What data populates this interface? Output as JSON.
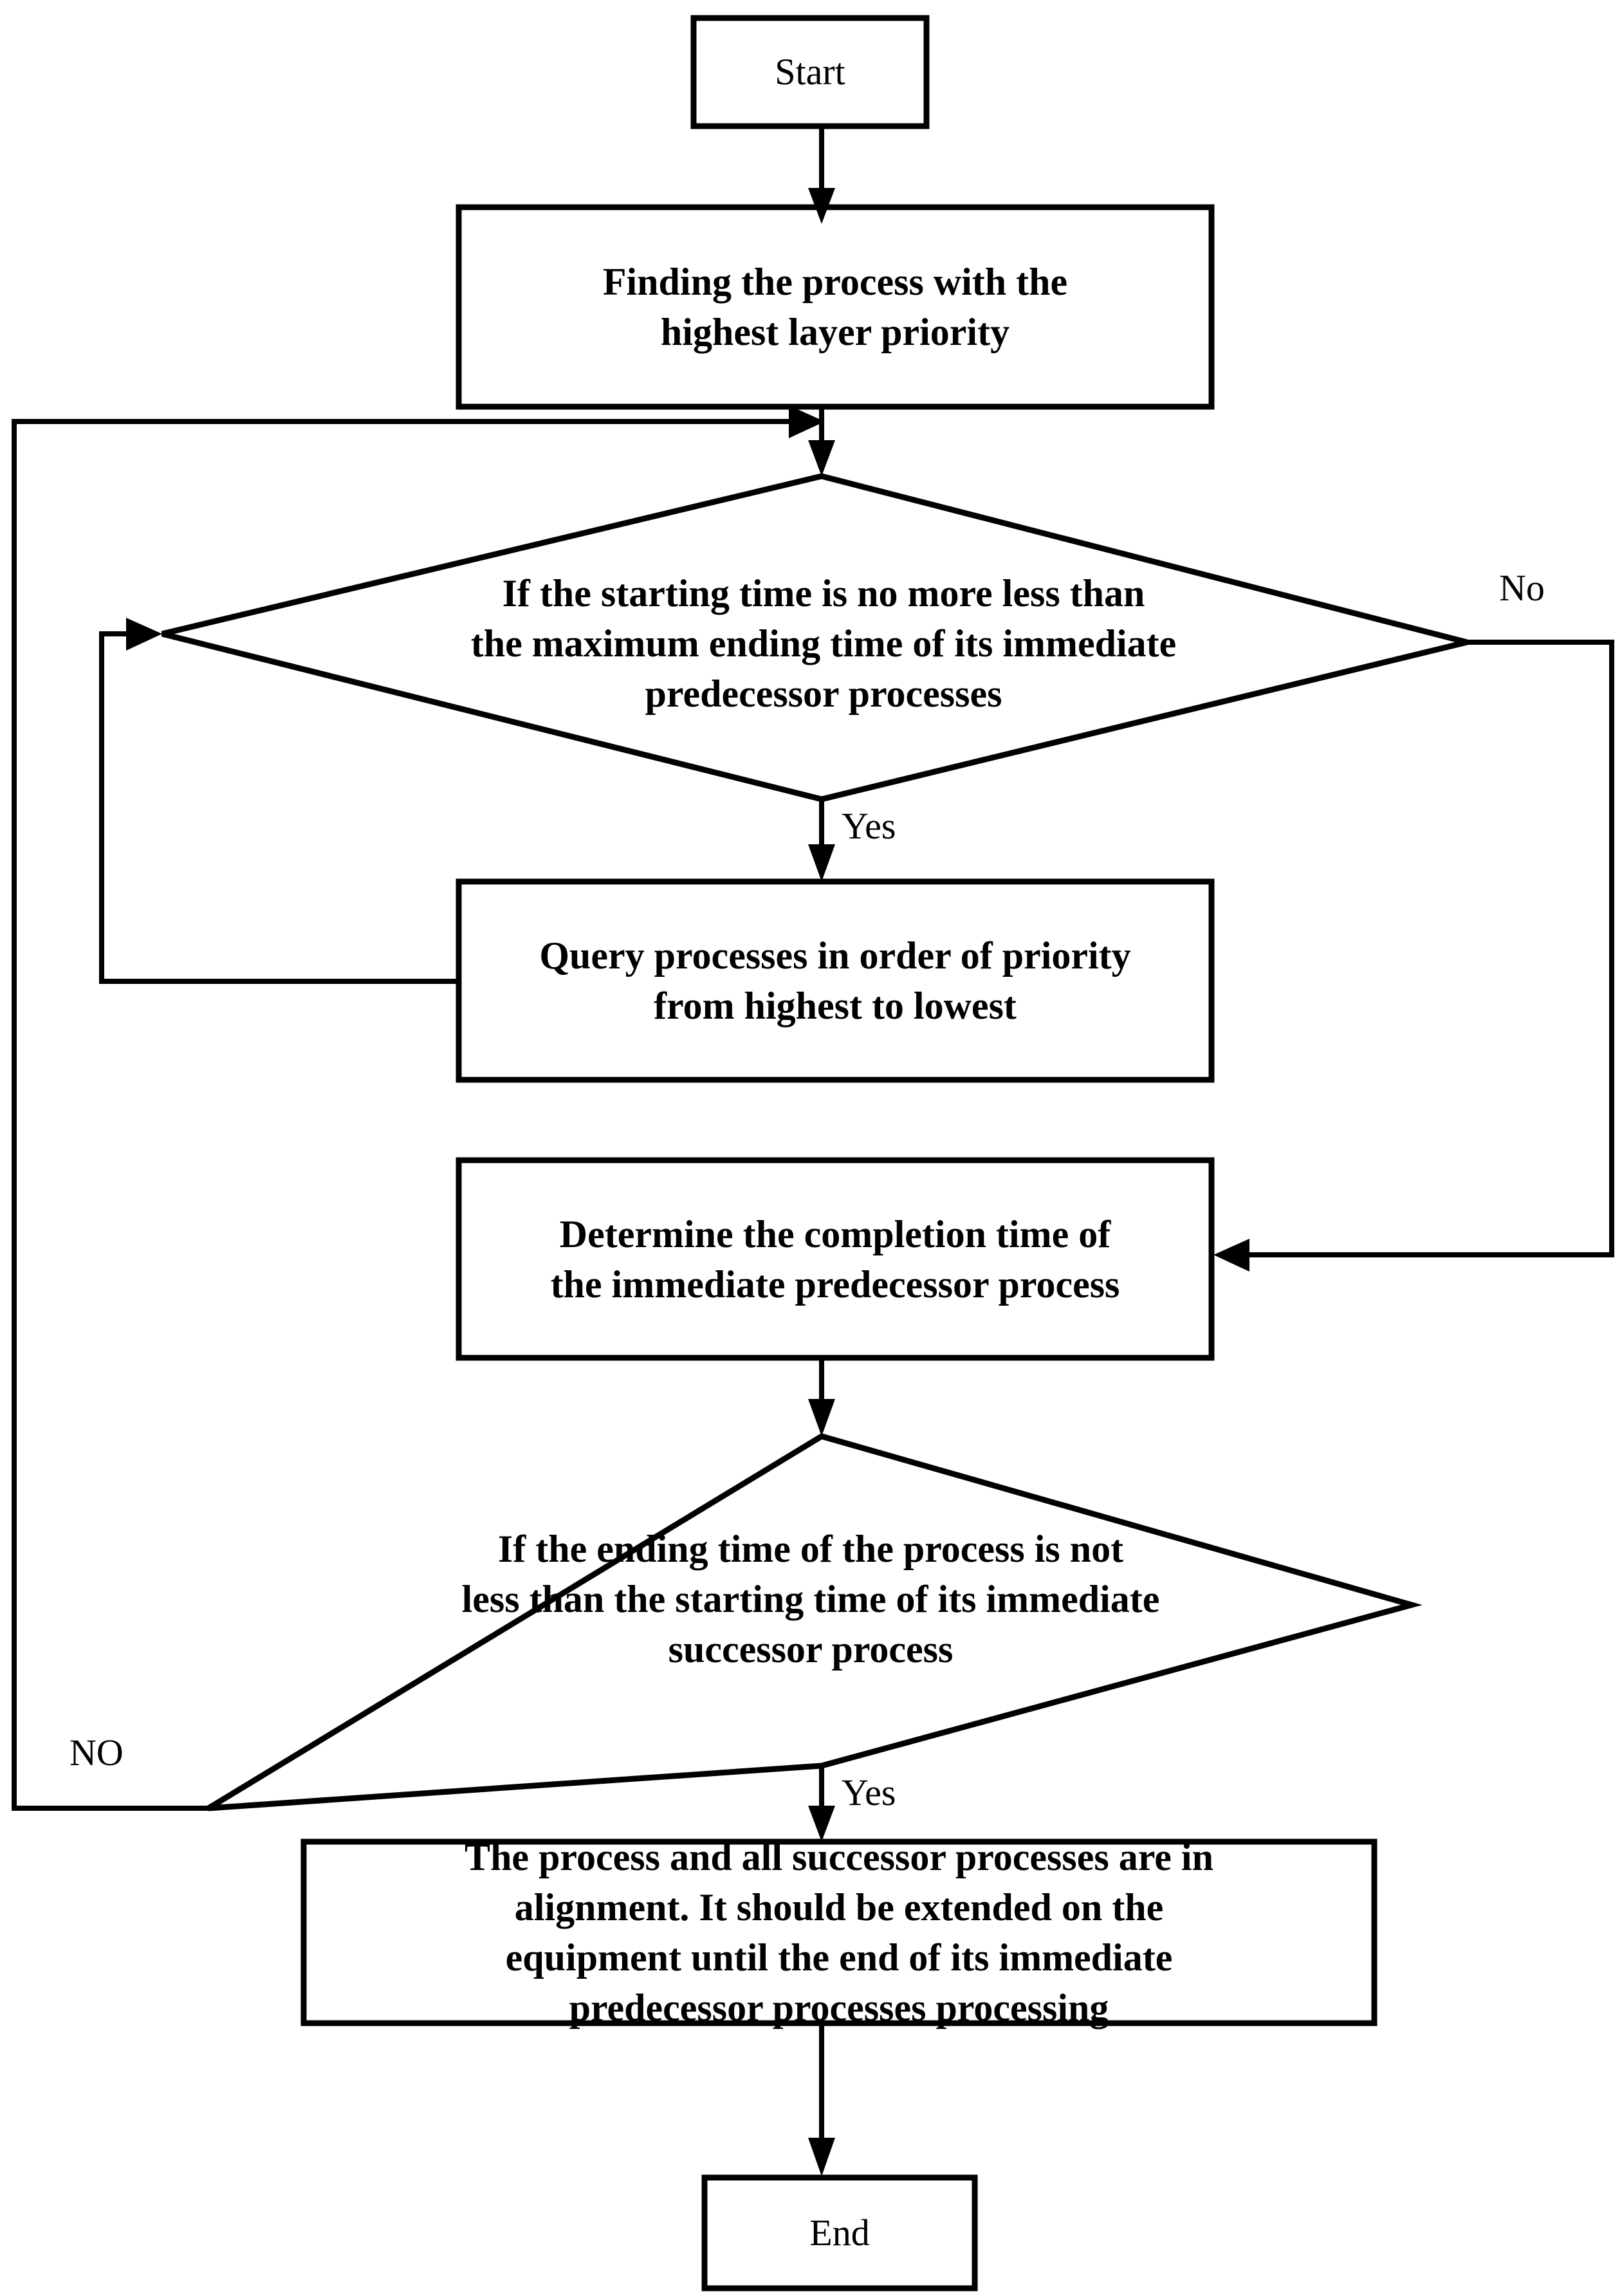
{
  "diagram": {
    "type": "flowchart",
    "title": "Process alignment scheduling flowchart",
    "background_color": "#ffffff",
    "line_color": "#000000",
    "text_color": "#000000"
  },
  "nodes": {
    "start": {
      "label": "Start",
      "shape": "rectangle"
    },
    "find_highest_layer": {
      "label": "Finding the process with the\nhighest layer priority",
      "shape": "rectangle"
    },
    "decision_starting_time": {
      "label": "If the starting time is no more less than\nthe maximum ending time of its immediate\npredecessor processes",
      "shape": "diamond"
    },
    "query_processes": {
      "label": "Query processes in order of priority\nfrom highest to lowest",
      "shape": "rectangle"
    },
    "determine_completion": {
      "label": "Determine the completion time of\nthe immediate predecessor process",
      "shape": "rectangle"
    },
    "decision_ending_time": {
      "label": "If the ending time of the process is not\nless than the  starting time of its immediate\nsuccessor process",
      "shape": "diamond"
    },
    "alignment_action": {
      "label": "The process and all successor processes are in\nalignment. It should be extended on the\nequipment until the end of its immediate\npredecessor processes processing",
      "shape": "rectangle"
    },
    "end": {
      "label": "End",
      "shape": "rectangle"
    }
  },
  "edge_labels": {
    "decision1_no": "No",
    "decision1_yes": "Yes",
    "decision2_no": "NO",
    "decision2_yes": "Yes"
  },
  "edges": [
    {
      "from": "start",
      "to": "find_highest_layer",
      "label": ""
    },
    {
      "from": "find_highest_layer",
      "to": "decision_starting_time",
      "label": ""
    },
    {
      "from": "decision_starting_time",
      "to": "query_processes",
      "label": "Yes"
    },
    {
      "from": "decision_starting_time",
      "to": "determine_completion",
      "label": "No"
    },
    {
      "from": "query_processes",
      "to": "decision_starting_time",
      "label": ""
    },
    {
      "from": "determine_completion",
      "to": "decision_ending_time",
      "label": ""
    },
    {
      "from": "decision_ending_time",
      "to": "alignment_action",
      "label": "Yes"
    },
    {
      "from": "decision_ending_time",
      "to": "decision_starting_time",
      "label": "NO"
    },
    {
      "from": "alignment_action",
      "to": "end",
      "label": ""
    }
  ]
}
